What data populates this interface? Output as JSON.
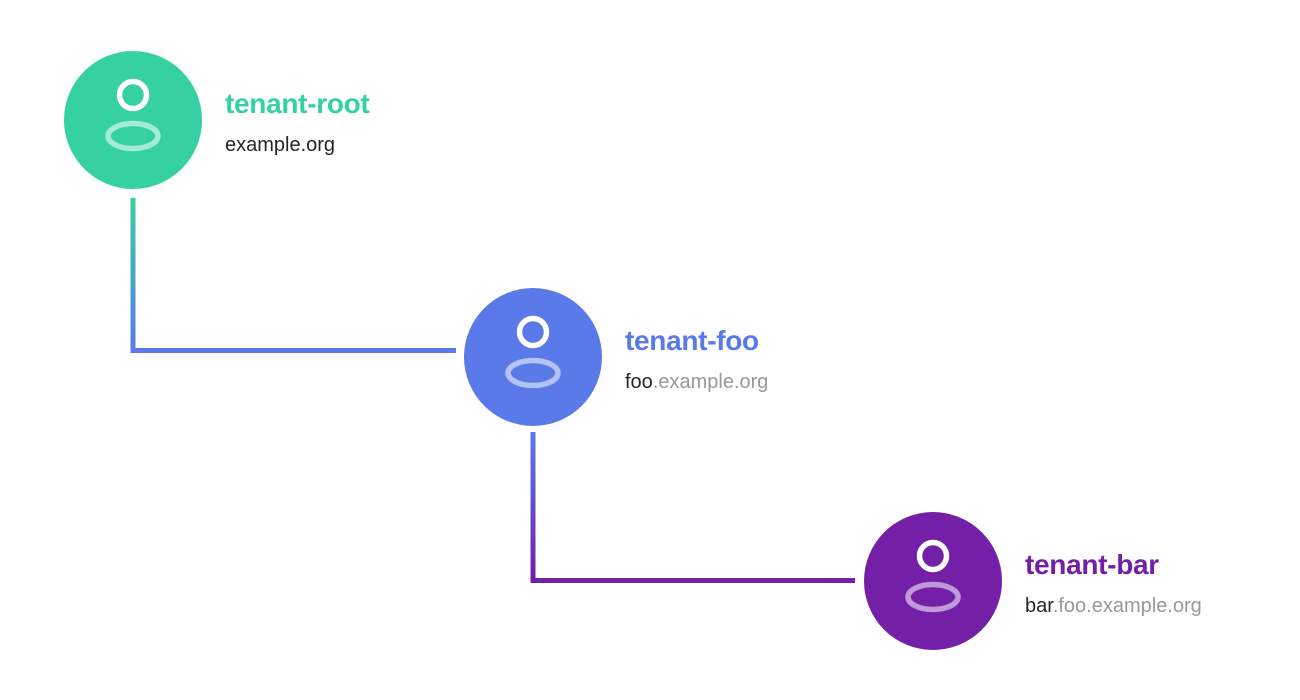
{
  "diagram": {
    "title": "tenant-hierarchy",
    "background": "#ffffff",
    "text_colors": {
      "domain_strong": "#22272b",
      "domain_muted": "#999999"
    },
    "nodes": [
      {
        "id": "tenant-root",
        "title": "tenant-root",
        "domain_strong": "example.org",
        "domain_muted": "",
        "color": "#35d1a0"
      },
      {
        "id": "tenant-foo",
        "title": "tenant-foo",
        "domain_strong": "foo",
        "domain_muted": ".example.org",
        "color": "#597ae8"
      },
      {
        "id": "tenant-bar",
        "title": "tenant-bar",
        "domain_strong": "bar",
        "domain_muted": ".foo.example.org",
        "color": "#741fa7"
      }
    ],
    "connectors": [
      {
        "from": "tenant-root",
        "to": "tenant-foo",
        "color_start": "#35d1a0",
        "color_end": "#597ae8"
      },
      {
        "from": "tenant-foo",
        "to": "tenant-bar",
        "color_start": "#597ae8",
        "color_end": "#741fa7"
      }
    ]
  }
}
